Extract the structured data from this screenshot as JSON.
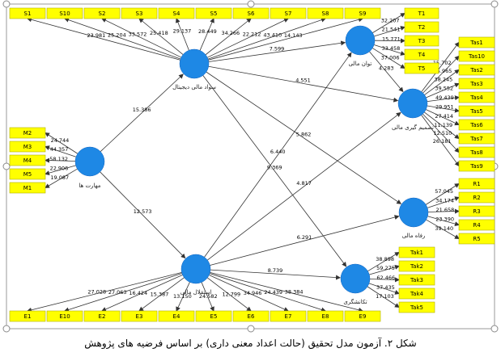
{
  "caption": "شکل ۲. آزمون مدل تحقیق (حالت اعداد معنی داری) بر اساس فرضیه های پژوهش",
  "colors": {
    "node": "#1e88e5",
    "indicator": "#ffff00"
  },
  "constructs": [
    {
      "id": "skill",
      "label": "مهارت ها"
    },
    {
      "id": "digital",
      "label": "سواد مالی دیجیتال"
    },
    {
      "id": "independence",
      "label": "استقلال مالی"
    },
    {
      "id": "capability",
      "label": "توان مالی"
    },
    {
      "id": "decision",
      "label": "تصمیم گیری مالی"
    },
    {
      "id": "welfare",
      "label": "رفاه مالی"
    },
    {
      "id": "reliance",
      "label": "تکانشگری"
    }
  ],
  "indicators": {
    "skill": [
      {
        "label": "M2",
        "value": "24.744"
      },
      {
        "label": "M3",
        "value": "44.357"
      },
      {
        "label": "M4",
        "value": "58.132"
      },
      {
        "label": "M5",
        "value": "22.906"
      },
      {
        "label": "M1",
        "value": "19.087"
      }
    ],
    "digital": [
      {
        "label": "S1",
        "value": "23.981"
      },
      {
        "label": "S10",
        "value": "25.204"
      },
      {
        "label": "S2",
        "value": "33.572"
      },
      {
        "label": "S3",
        "value": "25.418"
      },
      {
        "label": "S4",
        "value": "29.137"
      },
      {
        "label": "S5",
        "value": "28.449"
      },
      {
        "label": "S6",
        "value": "34.266"
      },
      {
        "label": "S7",
        "value": "22.212"
      },
      {
        "label": "S8",
        "value": "43.410"
      },
      {
        "label": "S9",
        "value": "14.143"
      }
    ],
    "independence": [
      {
        "label": "E1",
        "value": "27.028"
      },
      {
        "label": "E10",
        "value": "27.063"
      },
      {
        "label": "E2",
        "value": "16.424"
      },
      {
        "label": "E3",
        "value": "15.387"
      },
      {
        "label": "E4",
        "value": "13.150"
      },
      {
        "label": "E5",
        "value": "24.582"
      },
      {
        "label": "E6",
        "value": "12.799"
      },
      {
        "label": "E7",
        "value": "34.946"
      },
      {
        "label": "E8",
        "value": "24.439"
      },
      {
        "label": "E9",
        "value": "38.384"
      }
    ],
    "capability": [
      {
        "label": "T1",
        "value": "32.207"
      },
      {
        "label": "T2",
        "value": "21.541"
      },
      {
        "label": "T3",
        "value": "15.771"
      },
      {
        "label": "T4",
        "value": "33.458"
      },
      {
        "label": "T5",
        "value": "37.006"
      }
    ],
    "decision": [
      {
        "label": "Tas1",
        "value": "15.702"
      },
      {
        "label": "Tas10",
        "value": "15.965"
      },
      {
        "label": "Tas2",
        "value": "38.245"
      },
      {
        "label": "Tas3",
        "value": "39.552"
      },
      {
        "label": "Tas4",
        "value": "49.439"
      },
      {
        "label": "Tas5",
        "value": "29.951"
      },
      {
        "label": "Tas6",
        "value": "27.414"
      },
      {
        "label": "Tas7",
        "value": "11.139"
      },
      {
        "label": "Tas8",
        "value": "12.510"
      },
      {
        "label": "Tas9",
        "value": "26.181"
      }
    ],
    "welfare": [
      {
        "label": "R1",
        "value": "57.045"
      },
      {
        "label": "R2",
        "value": "34.174"
      },
      {
        "label": "R3",
        "value": "21.658"
      },
      {
        "label": "R4",
        "value": "23.390"
      },
      {
        "label": "R5",
        "value": "39.140"
      }
    ],
    "reliance": [
      {
        "label": "Tak1",
        "value": "38.898"
      },
      {
        "label": "Tak2",
        "value": "59.275"
      },
      {
        "label": "Tak3",
        "value": "62.466"
      },
      {
        "label": "Tak4",
        "value": "37.435"
      },
      {
        "label": "Tak5",
        "value": "17.103"
      }
    ]
  },
  "paths": [
    {
      "from": "skill",
      "to": "digital",
      "value": "15.386"
    },
    {
      "from": "skill",
      "to": "independence",
      "value": "12.573"
    },
    {
      "from": "digital",
      "to": "capability",
      "value": "7.599"
    },
    {
      "from": "digital",
      "to": "decision",
      "value": "4.551"
    },
    {
      "from": "digital",
      "to": "welfare",
      "value": "5.862"
    },
    {
      "from": "digital",
      "to": "reliance",
      "value": "9.369"
    },
    {
      "from": "independence",
      "to": "capability",
      "value": "6.440"
    },
    {
      "from": "independence",
      "to": "decision",
      "value": "4.817"
    },
    {
      "from": "independence",
      "to": "welfare",
      "value": "6.291"
    },
    {
      "from": "independence",
      "to": "reliance",
      "value": "8.739"
    },
    {
      "from": "capability",
      "to": "decision",
      "value": "4.283"
    }
  ]
}
